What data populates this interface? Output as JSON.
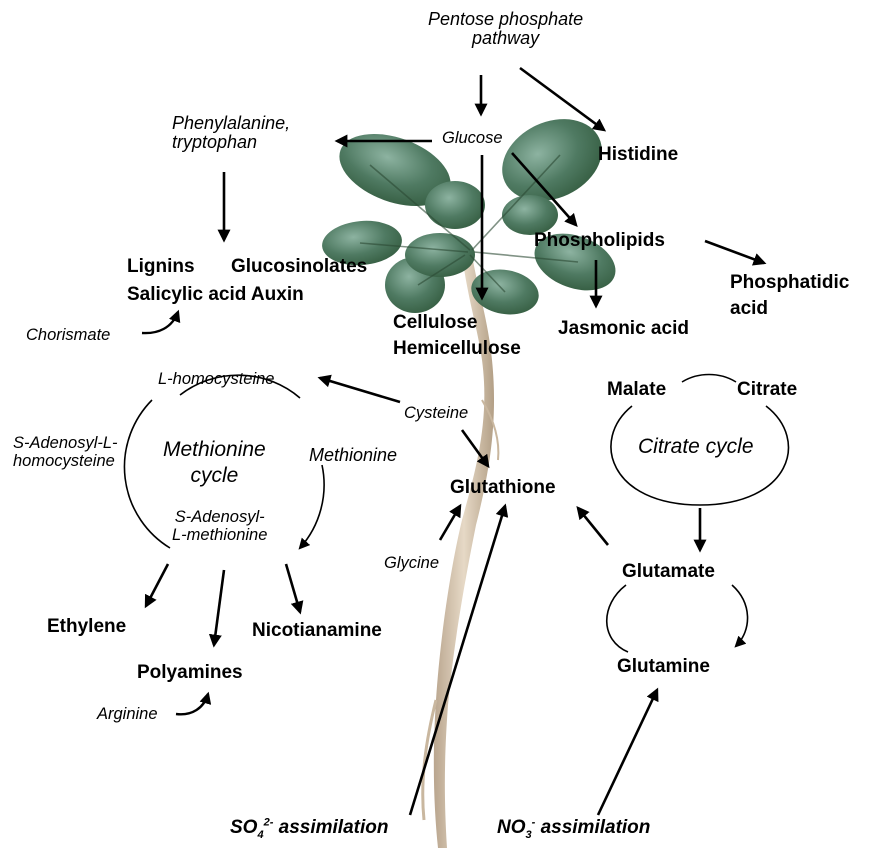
{
  "colors": {
    "ink": "#000000",
    "leaf_dark": "#2e5538",
    "leaf_mid": "#4f7a62",
    "leaf_light": "#7fa592",
    "root": "#d8c9b4",
    "root_shadow": "#b9a58e",
    "background": "#ffffff"
  },
  "labels": {
    "pentose_1": "Pentose phosphate",
    "pentose_2": "pathway",
    "glucose": "Glucose",
    "phenylalanine_1": "Phenylalanine,",
    "phenylalanine_2": "tryptophan",
    "histidine": "Histidine",
    "phospholipids": "Phospholipids",
    "lignins": "Lignins",
    "glucosinolates": "Glucosinolates",
    "salicylic_auxin": "Salicylic acid Auxin",
    "phosphatidic_1": "Phosphatidic",
    "phosphatidic_2": "acid",
    "chorismate": "Chorismate",
    "cellulose": "Cellulose",
    "hemicellulose": "Hemicellulose",
    "jasmonic": "Jasmonic acid",
    "l_homocysteine": "L-homocysteine",
    "cysteine": "Cysteine",
    "malate": "Malate",
    "citrate": "Citrate",
    "sam_homo_1": "S-Adenosyl-L-",
    "sam_homo_2": "homocysteine",
    "methionine_cycle_1": "Methionine",
    "methionine_cycle_2": "cycle",
    "methionine": "Methionine",
    "citrate_cycle": "Citrate cycle",
    "glutathione": "Glutathione",
    "sam_1": "S-Adenosyl-",
    "sam_2": "L-methionine",
    "glycine": "Glycine",
    "glutamate": "Glutamate",
    "ethylene": "Ethylene",
    "nicotianamine": "Nicotianamine",
    "glutamine": "Glutamine",
    "polyamines": "Polyamines",
    "arginine": "Arginine",
    "so4_base": "SO",
    "so4_sub": "4",
    "so4_sup": "2-",
    "so4_rest": " assimilation",
    "no3_base": "NO",
    "no3_sub": "3",
    "no3_sup": "-",
    "no3_rest": " assimilation"
  }
}
